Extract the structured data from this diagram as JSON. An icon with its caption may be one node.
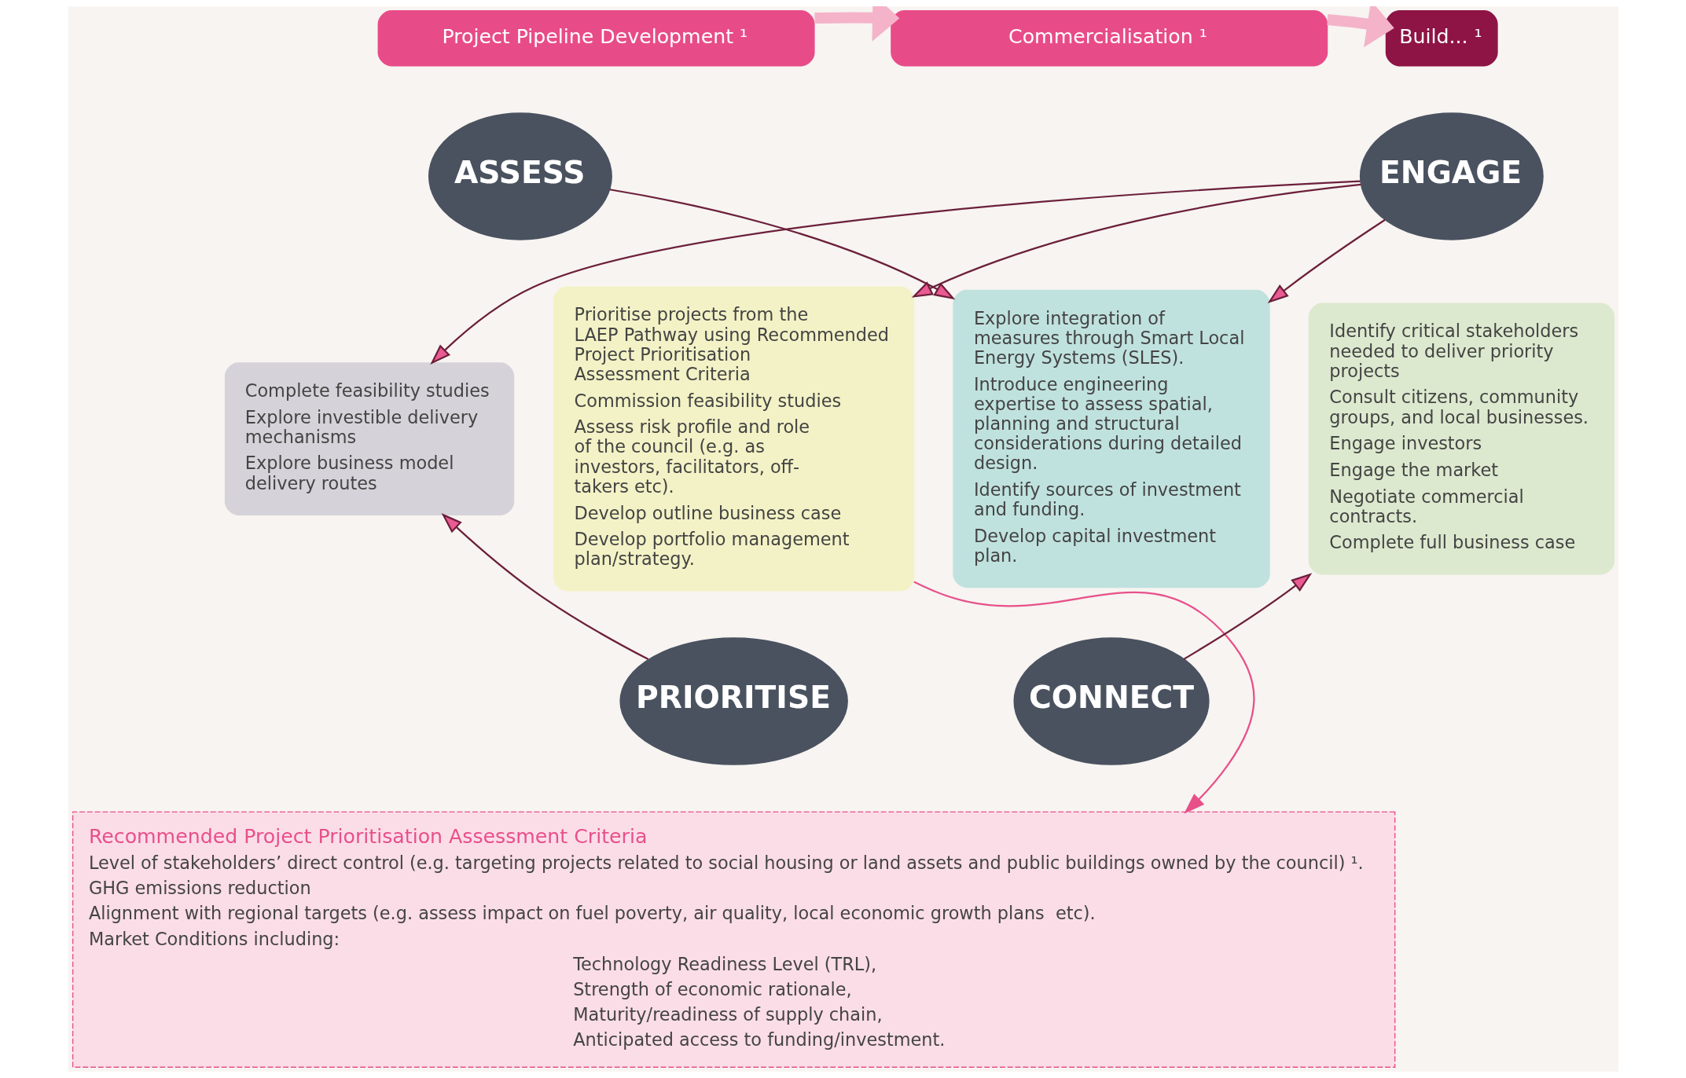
{
  "diagram": {
    "nodes": [
      {
        "text": [
          "Project Pipeline Development ¹"
        ]
      },
      {
        "text": [
          "Commercialisation ¹"
        ]
      },
      {
        "text": [
          "Build... ¹"
        ]
      },
      {
        "text": [
          "ASSESS"
        ]
      },
      {
        "text": [
          "ENGAGE"
        ]
      },
      {
        "text": [
          "Prioritise projects from the LAEP Pathway using Recommended Project Prioritisation Assessment Criteria",
          "Commission feasibility studies",
          "Assess risk profile and role of the council (e.g. as investors, facilitators, off-takers etc).",
          "Develop outline business case",
          "Develop portfolio management plan/strategy."
        ]
      },
      {
        "text": [
          "Complete feasibility studies",
          "Explore investible delivery mechanisms",
          "Explore business model delivery routes"
        ]
      },
      {
        "text": [
          "Explore integration of measures through Smart Local Energy Systems (SLES).",
          "Introduce engineering expertise to assess spatial, planning and structural considerations during detailed design.",
          "Identify sources of investment and funding.",
          "Develop capital investment plan."
        ]
      },
      {
        "text": [
          "Identify critical stakeholders needed to deliver priority projects",
          "Consult citizens, community groups, and local businesses.",
          "Engage investors",
          "Engage the market",
          "Negotiate commercial contracts.",
          "Complete full business case"
        ]
      },
      {
        "text": [
          "PRIORITISE"
        ]
      },
      {
        "text": [
          "CONNECT"
        ]
      },
      {
        "text": [
          "Recommended Project Prioritisation Assessment Criteria",
          "Level of stakeholders’ direct control (e.g. targeting projects related to social housing or land assets and public buildings owned by the council) ¹.",
          "GHG emissions reduction",
          "Alignment with regional targets (e.g. assess impact on fuel poverty, air quality, local economic growth plans  etc).",
          "Market Conditions including:",
          "Technology Readiness Level (TRL),",
          "Strength of economic rationale,",
          "Maturity/readiness of supply chain,",
          "Anticipated access to funding/investment."
        ]
      }
    ],
    "edges": [
      {
        "from": 0,
        "to": 1,
        "arrow": "to",
        "style": "thick",
        "color": "#f4b3c9"
      },
      {
        "from": 1,
        "to": 2,
        "arrow": "to",
        "style": "thick",
        "color": "#f4b3c9"
      },
      {
        "from": 9,
        "to": 6,
        "arrow": "to"
      },
      {
        "from": 3,
        "to": 7,
        "arrow": "to"
      },
      {
        "from": 10,
        "to": 8,
        "arrow": "to"
      },
      {
        "from": 4,
        "to": 5,
        "arrow": "to"
      },
      {
        "from": 4,
        "to": 6,
        "arrow": "to"
      },
      {
        "from": 4,
        "to": 7,
        "arrow": "to"
      },
      {
        "from": 5,
        "to": 11,
        "arrow": "to",
        "color": "#e8508a"
      }
    ]
  }
}
